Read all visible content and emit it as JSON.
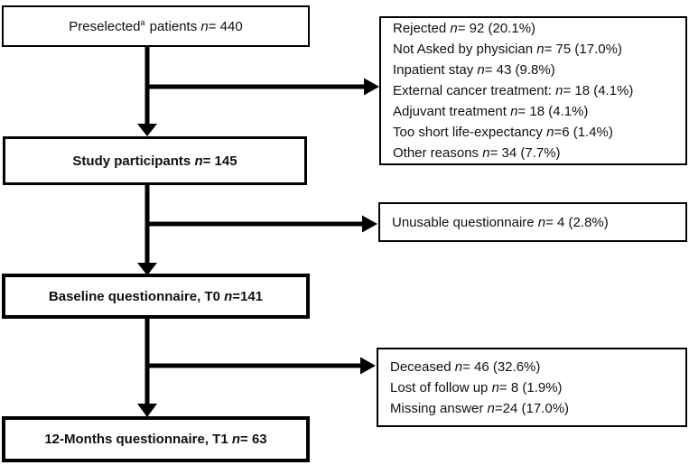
{
  "colors": {
    "line": "#000000",
    "bg": "#ffffff",
    "text": "#111111"
  },
  "flow": {
    "main_boxes": [
      {
        "pre": "Preselected",
        "sup": "a",
        "mid": " patients ",
        "n": "n",
        "post": "= 440"
      },
      {
        "pre": "Study participants ",
        "n": "n",
        "post": "= 145"
      },
      {
        "pre": "Baseline questionnaire, T0 ",
        "n": "n",
        "post": "=141"
      },
      {
        "pre": "12-Months questionnaire, T1 ",
        "n": "n",
        "post": "= 63"
      }
    ],
    "side_boxes": [
      {
        "lines": [
          {
            "pre": "Rejected ",
            "n": "n",
            "post": "= 92 (20.1%)"
          },
          {
            "pre": "Not Asked by physician ",
            "n": "n",
            "post": "= 75 (17.0%)"
          },
          {
            "pre": "Inpatient stay ",
            "n": "n",
            "post": "= 43 (9.8%)"
          },
          {
            "pre": "External cancer treatment: ",
            "n": "n",
            "post": "= 18 (4.1%)"
          },
          {
            "pre": "Adjuvant treatment ",
            "n": "n",
            "post": "= 18 (4.1%)"
          },
          {
            "pre": "Too short life-expectancy ",
            "n": "n",
            "post": "=6 (1.4%)"
          },
          {
            "pre": "Other reasons ",
            "n": "n",
            "post": "= 34 (7.7%)"
          }
        ]
      },
      {
        "lines": [
          {
            "pre": "Unusable questionnaire ",
            "n": "n",
            "post": "= 4 (2.8%)"
          }
        ]
      },
      {
        "lines": [
          {
            "pre": "Deceased ",
            "n": "n",
            "post": "= 46 (32.6%)"
          },
          {
            "pre": "Lost of follow up ",
            "n": "n",
            "post": "= 8 (1.9%)"
          },
          {
            "pre": "Missing answer ",
            "n": "n",
            "post": "=24 (17.0%)"
          }
        ]
      }
    ]
  }
}
